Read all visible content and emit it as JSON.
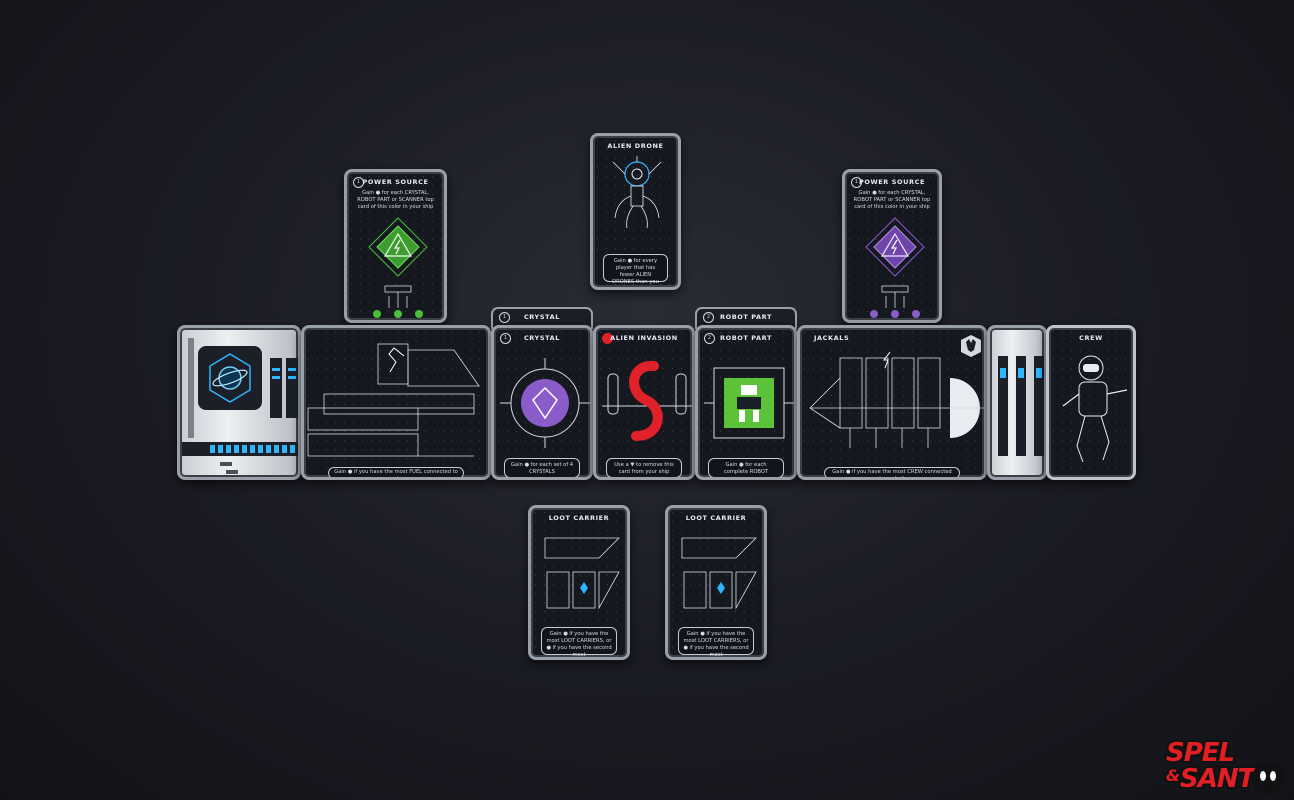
{
  "cards": {
    "power_source_left": {
      "number": "1",
      "title": "POWER SOURCE",
      "text": "Gain ● for each CRYSTAL, ROBOT PART or SCANNER top card of this color in your ship",
      "color": "#4cbf3a"
    },
    "power_source_right": {
      "number": "1",
      "title": "POWER SOURCE",
      "text": "Gain ● for each CRYSTAL, ROBOT PART or SCANNER top card of this color in your ship",
      "color": "#8a5cc9"
    },
    "alien_drone": {
      "title": "ALIEN DRONE",
      "text": "Gain ● for every player that has fewer ALIEN DRONES than you"
    },
    "engine": {
      "text": "Gain ● if you have the most FUEL connected to engine"
    },
    "crystal_back": {
      "number": "1",
      "title": "CRYSTAL"
    },
    "crystal": {
      "number": "1",
      "title": "CRYSTAL",
      "text": "Gain ● for each set of 4 CRYSTALS",
      "color": "#8a5cc9"
    },
    "alien_invasion": {
      "title": "ALIEN INVASION",
      "text": "Use a ▼ to remove this card from your ship",
      "color": "#e0212a"
    },
    "robot_part_back": {
      "number": "2",
      "title": "ROBOT PART"
    },
    "robot_part": {
      "number": "2",
      "title": "ROBOT PART",
      "text": "Gain ● for each complete ROBOT",
      "color": "#5cc23a"
    },
    "jackals": {
      "title": "JACKALS",
      "text": "Gain ● if you have the most CREW connected to cockpit"
    },
    "crew": {
      "title": "CREW"
    },
    "loot_carrier_left": {
      "title": "LOOT CARRIER",
      "text": "Gain ● if you have the most LOOT CARRIERS, or ● if you have the second most"
    },
    "loot_carrier_right": {
      "title": "LOOT CARRIER",
      "text": "Gain ● if you have the most LOOT CARRIERS, or ● if you have the second most"
    }
  },
  "logo": {
    "line1": "SPEL",
    "amp": "&",
    "line2": "SANT",
    "color": "#e31e24"
  },
  "colors": {
    "accent_blue": "#2fb6ff",
    "silver": "#c9cdd3",
    "card_bg": "#15181f"
  }
}
